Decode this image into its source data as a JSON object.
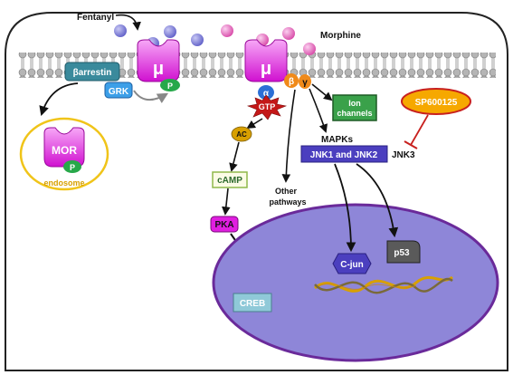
{
  "ligands": {
    "fentanyl": "Fentanyl",
    "morphine": "Morphine"
  },
  "receptor": {
    "mu_left": "μ",
    "mu_right": "μ",
    "phospho_left": "P",
    "phospho_endosome": "P"
  },
  "membrane_proteins": {
    "barrestin": "βarrestin",
    "grk": "GRK"
  },
  "endosome": {
    "mor": "MOR",
    "label": "endosome"
  },
  "gprotein": {
    "alpha": "α",
    "beta": "β",
    "gamma": "γ",
    "gtp": "GTP"
  },
  "pathway": {
    "ac": "AC",
    "camp": "cAMP",
    "pka": "PKA",
    "creb": "CREB",
    "ion_channels_line1": "Ion",
    "ion_channels_line2": "channels",
    "other_line1": "Other",
    "other_line2": "pathways",
    "mapks": "MAPKs",
    "jnk": "JNK1 and JNK2",
    "jnk3": "JNK3",
    "inhibitor": "SP600125",
    "cjun": "C-jun",
    "p53": "p53"
  },
  "colors": {
    "cell_outline": "#222222",
    "receptor": "#e01ee0",
    "membrane_head": "#b0b0b0",
    "nucleus_fill": "#8e86d8",
    "nucleus_border": "#6a2a9a",
    "endosome_border": "#f0c419",
    "gtp": "#c41818",
    "alpha": "#2b6fd6",
    "beta_gamma": "#f08a1a",
    "ac": "#d8a000",
    "pka": "#e01ee0",
    "jnk": "#4b3fbf",
    "ion": "#3aa14a",
    "inhibitor_red": "#c8201e",
    "inhibitor_fill": "#f6a800",
    "grk": "#3c9fe8",
    "barrestin": "#3a8a9c",
    "p": "#27a84a",
    "camp_border": "#8fb84a",
    "creb": "#8fc9d8",
    "fentanyl_dot": "#7b7bd6",
    "morphine_dot": "#e878c8"
  }
}
